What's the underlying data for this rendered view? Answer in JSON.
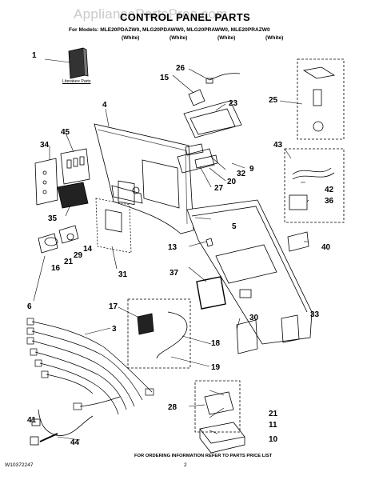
{
  "watermark": "AppliancePartsPros.com",
  "title": "CONTROL PANEL PARTS",
  "models": "For Models: MLE20PDAZW0, MLG20PDAWW0, MLG20PRAWW0, MLE20PRAZW0",
  "colors": [
    "(White)",
    "(White)",
    "(White)",
    "(White)"
  ],
  "literature_label": "Literature Parts",
  "callouts": [
    "1",
    "26",
    "15",
    "23",
    "4",
    "25",
    "45",
    "34",
    "43",
    "32",
    "9",
    "20",
    "42",
    "27",
    "36",
    "5",
    "35",
    "13",
    "40",
    "29",
    "14",
    "16",
    "21",
    "31",
    "6",
    "37",
    "17",
    "3",
    "30",
    "33",
    "18",
    "19",
    "41",
    "28",
    "21",
    "11",
    "10",
    "44"
  ],
  "footer_note": "FOR ORDERING INFORMATION REFER TO PARTS PRICE LIST",
  "doc_number": "W10372247",
  "page_number": "2"
}
